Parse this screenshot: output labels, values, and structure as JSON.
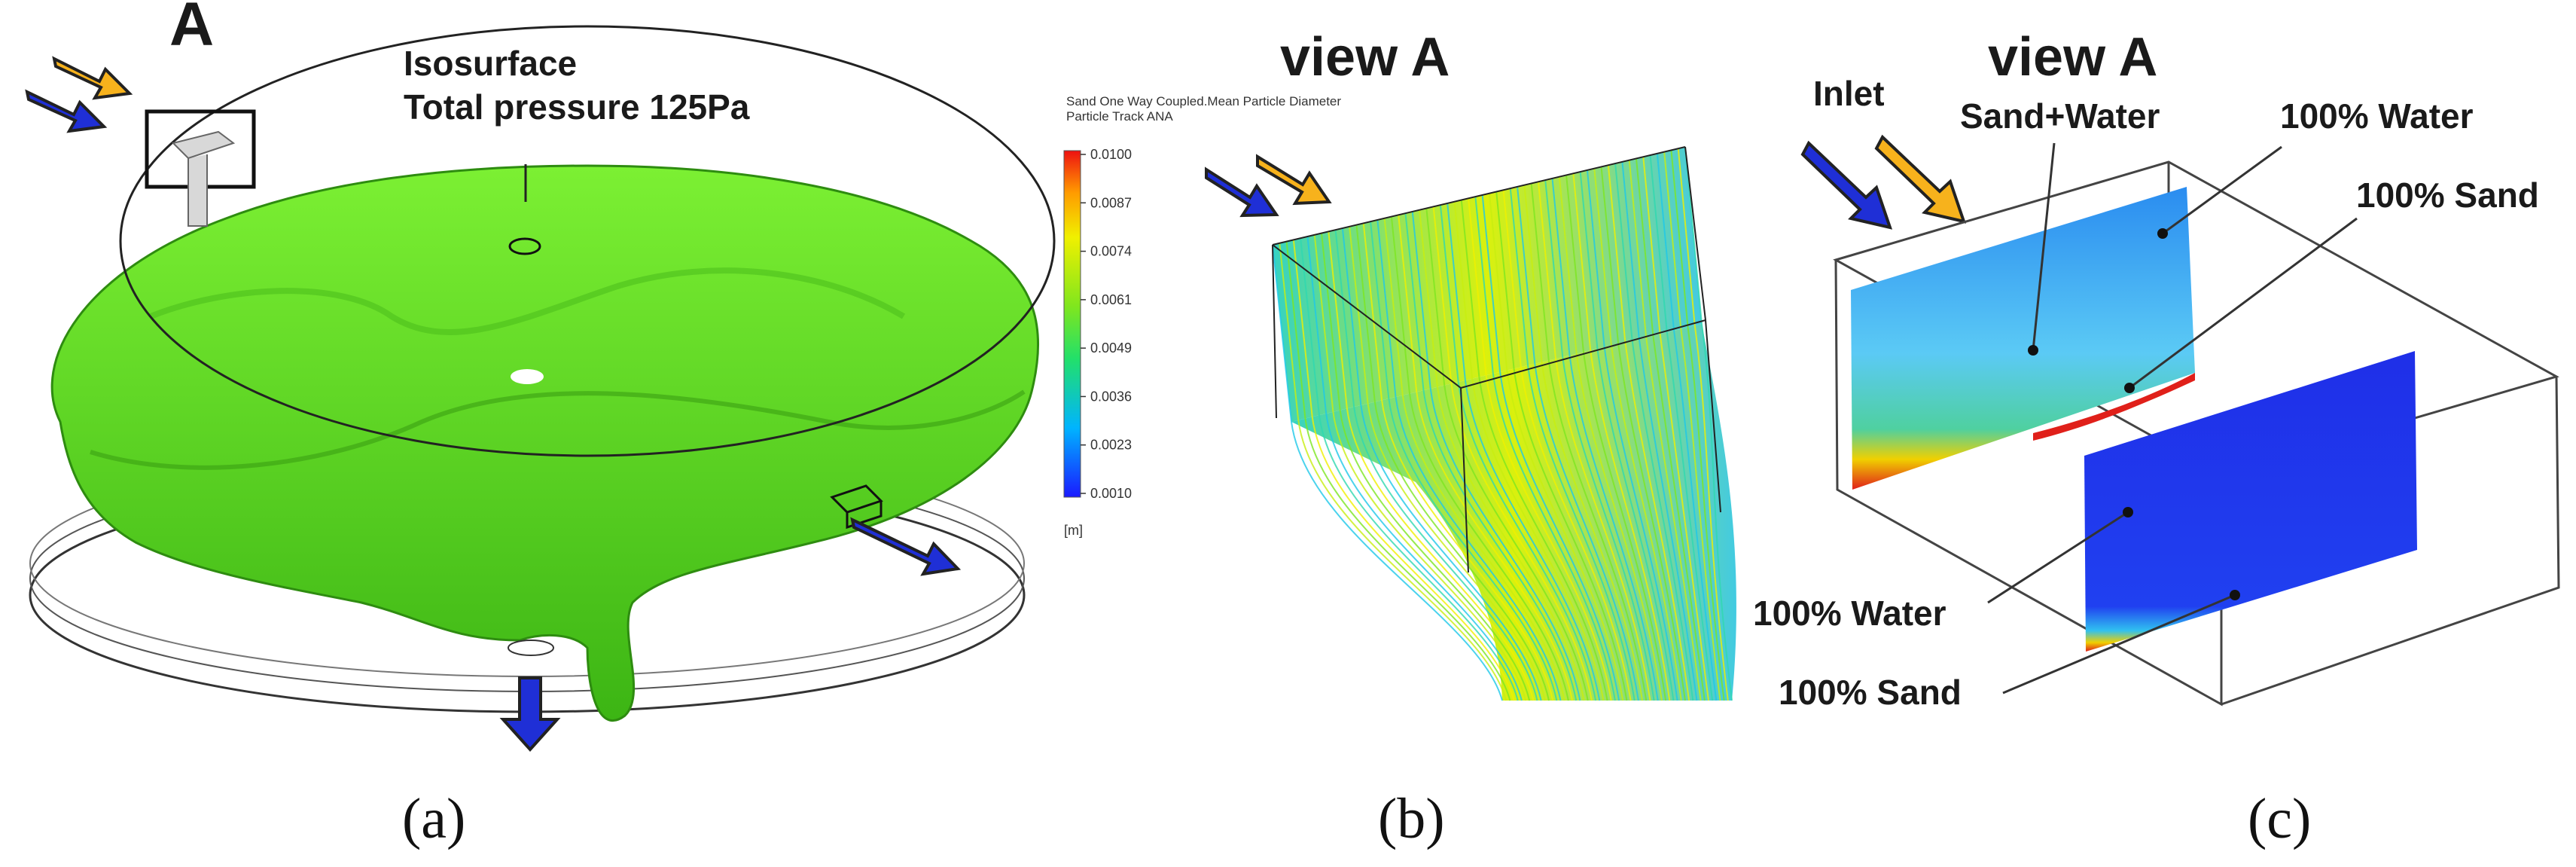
{
  "panel_a": {
    "marker": "A",
    "isosurface_label": "Isosurface",
    "pressure_label": "Total pressure 125Pa",
    "caption": "(a)"
  },
  "panel_b": {
    "title": "view A",
    "legend_title_line1": "Sand One Way Coupled.Mean Particle Diameter",
    "legend_title_line2": "Particle Track ANA",
    "legend_ticks": [
      "0.0100",
      "0.0087",
      "0.0074",
      "0.0061",
      "0.0049",
      "0.0036",
      "0.0023",
      "0.0010"
    ],
    "legend_unit": "[m]",
    "caption": "(b)"
  },
  "panel_c": {
    "title": "view A",
    "inlet_label": "Inlet",
    "sand_water_label": "Sand+Water",
    "water_top_label": "100% Water",
    "sand_top_label": "100% Sand",
    "water_bottom_label": "100% Water",
    "sand_bottom_label": "100% Sand",
    "caption": "(c)"
  },
  "colors": {
    "inlet_arrow_blue": "#1f2fd6",
    "inlet_arrow_orange": "#f7b21c",
    "isosurface_green": "#5ce01e",
    "water_blue": "#1f2fe8",
    "sand_red": "#e0201a"
  }
}
